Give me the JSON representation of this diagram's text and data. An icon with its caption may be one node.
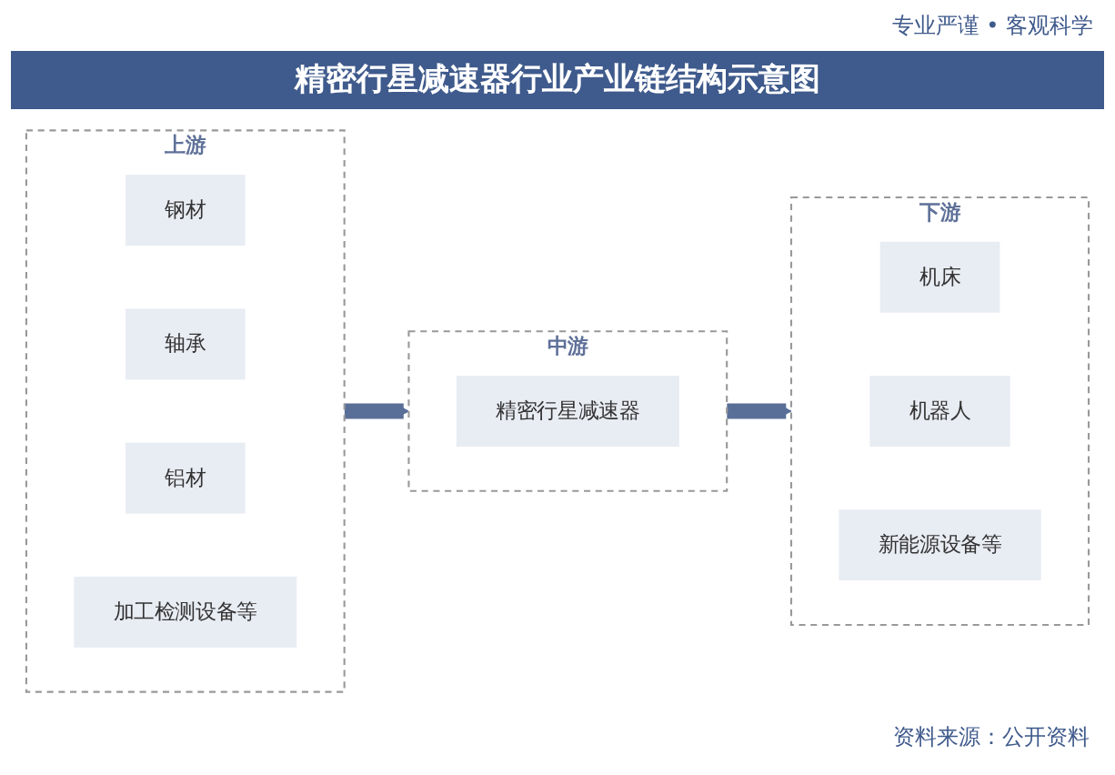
{
  "diagram": {
    "title": "精密行星减速器行业产业链结构示意图",
    "nodes": [
      {
        "text": [
          "上游"
        ]
      },
      {
        "text": [
          "钢材"
        ],
        "in": 0
      },
      {
        "text": [
          "轴承"
        ],
        "in": 0
      },
      {
        "text": [
          "铝材"
        ],
        "in": 0
      },
      {
        "text": [
          "加工检测设备等"
        ],
        "in": 0
      },
      {
        "text": [
          "中游"
        ]
      },
      {
        "text": [
          "精密行星减速器"
        ],
        "in": 5
      },
      {
        "text": [
          "下游"
        ]
      },
      {
        "text": [
          "机床"
        ],
        "in": 7
      },
      {
        "text": [
          "机器人"
        ],
        "in": 7
      },
      {
        "text": [
          "新能源设备等"
        ],
        "in": 7
      }
    ],
    "edges": [
      {
        "from": 0,
        "to": 5,
        "arrow": "to"
      },
      {
        "from": 5,
        "to": 7,
        "arrow": "to"
      }
    ],
    "labels": [
      "专业严谨 • 客观科学",
      "资料来源：公开资料"
    ]
  }
}
